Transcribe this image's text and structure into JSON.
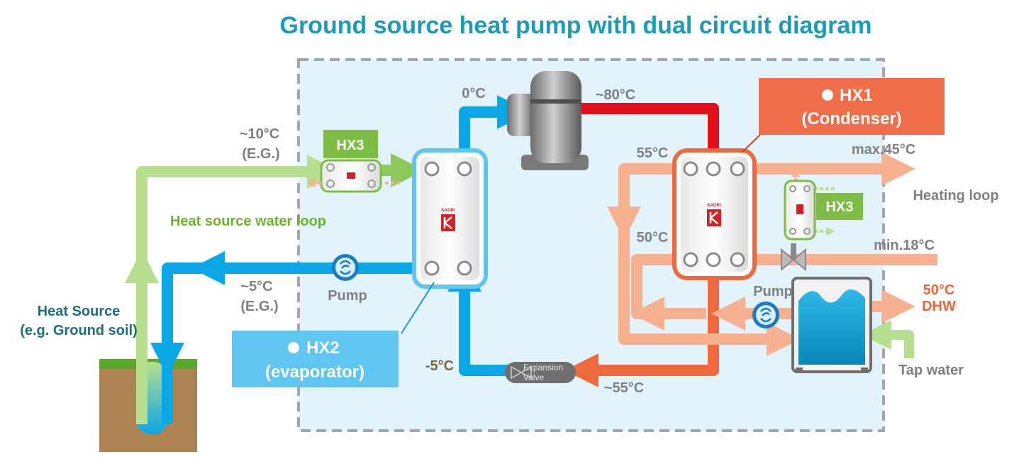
{
  "title": "Ground source heat pump with dual circuit diagram",
  "labels": {
    "heat_source_line1": "Heat Source",
    "heat_source_line2": "(e.g. Ground soil)",
    "heat_source_loop": "Heat source water loop",
    "in_temp": "~10°C",
    "in_fluid": "(E.G.)",
    "out_temp": "~5°C",
    "out_fluid": "(E.G.)",
    "pump_left": "Pump",
    "pump_right": "Pump",
    "evap_out_temp": "0°C",
    "comp_out_temp": "~80°C",
    "cond_in_temp": "55°C",
    "cond_mid_temp": "50°C",
    "heating_max": "max.45°C",
    "heating_loop": "Heating loop",
    "heating_min": "min.18°C",
    "dhw_temp": "50°C",
    "dhw": "DHW",
    "tap_water": "Tap water",
    "liquid_temp": "~55°C",
    "evap_in_temp": "-5°C",
    "exp_valve_line1": "Expansion",
    "exp_valve_line2": "Valve",
    "kaori_brand": "KAORI"
  },
  "callouts": {
    "hx1_line1": "HX1",
    "hx1_line2": "(Condenser)",
    "hx2_line1": "HX2",
    "hx2_line2": "(evaporator)",
    "hx3_left": "HX3",
    "hx3_right": "HX3"
  },
  "colors": {
    "title": "#1a9bb8",
    "cold_pipe": "#0aa6e6",
    "source_pipe": "#b7df8f",
    "hot_refrigerant": "#e3101c",
    "warm_water": "#f7b190",
    "liquid_line": "#ee6a3e",
    "hx1_callout": "#ef6d49",
    "hx2_callout": "#5ec6f0",
    "hx3_callout": "#7dbd45",
    "system_box": "#e2f3fb",
    "dashed_border": "#a6a6a6",
    "grey_text": "#808080",
    "green_text": "#6bb52c",
    "teal_text": "#1b6f77",
    "dhw_text": "#ef6436"
  }
}
